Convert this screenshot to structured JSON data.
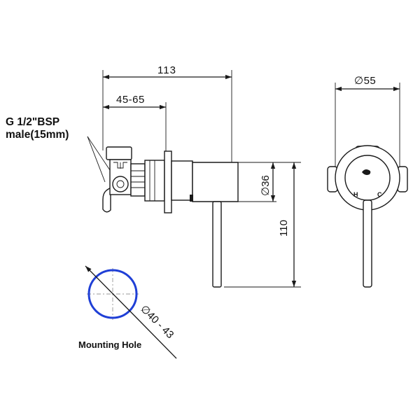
{
  "dimensions": {
    "overall_length": "113",
    "adjust_range": "45-65",
    "body_diameter": "∅36",
    "overall_height": "110",
    "plate_diameter": "∅55",
    "hole_diameter": "∅40 - 43"
  },
  "labels": {
    "thread_line1": "G 1/2\"BSP",
    "thread_line2": "male(15mm)",
    "mounting_hole": "Mounting Hole",
    "hot_mark": "H",
    "cold_mark": "C"
  },
  "colors": {
    "line": "#1a1a1a",
    "hole_circle": "#1f3fd6"
  }
}
